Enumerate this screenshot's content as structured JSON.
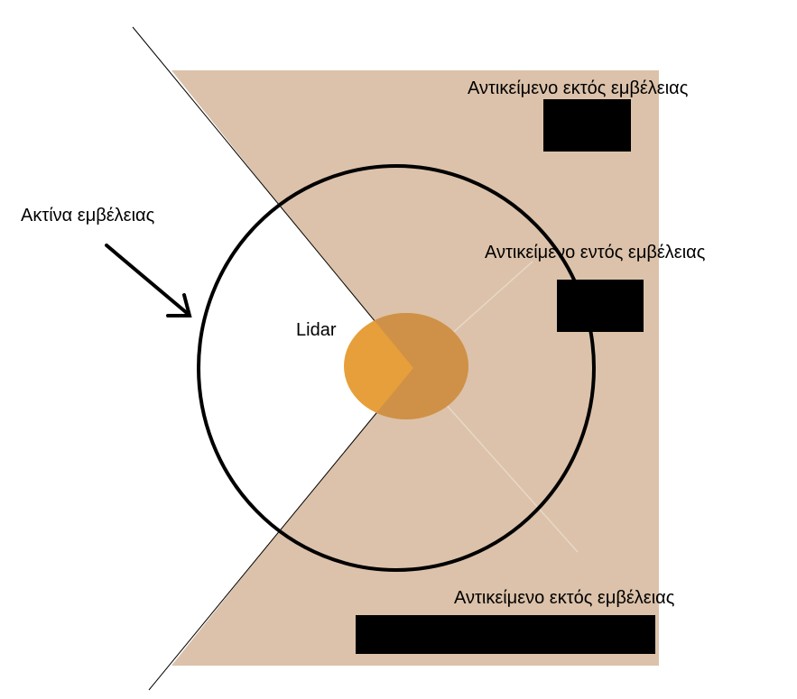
{
  "diagram": {
    "labels": {
      "range_radius": "Ακτίνα εμβέλειας",
      "lidar": "Lidar",
      "object_out_top": "Αντικείμενο εκτός εμβέλειας",
      "object_in": "Αντικείμενο εντός εμβέλειας",
      "object_out_bottom": "Αντικείμενο εκτός εμβέλειας"
    },
    "colors": {
      "field_of_view": "#dcc2aa",
      "lidar_sensor": "#e69f3a",
      "lidar_sensor_overlap": "#cf9148",
      "range_circle": "#000000",
      "objects": "#000000",
      "background": "#ffffff"
    },
    "icons": {
      "arrow": "arrow-pointing-to-range-circle"
    }
  }
}
